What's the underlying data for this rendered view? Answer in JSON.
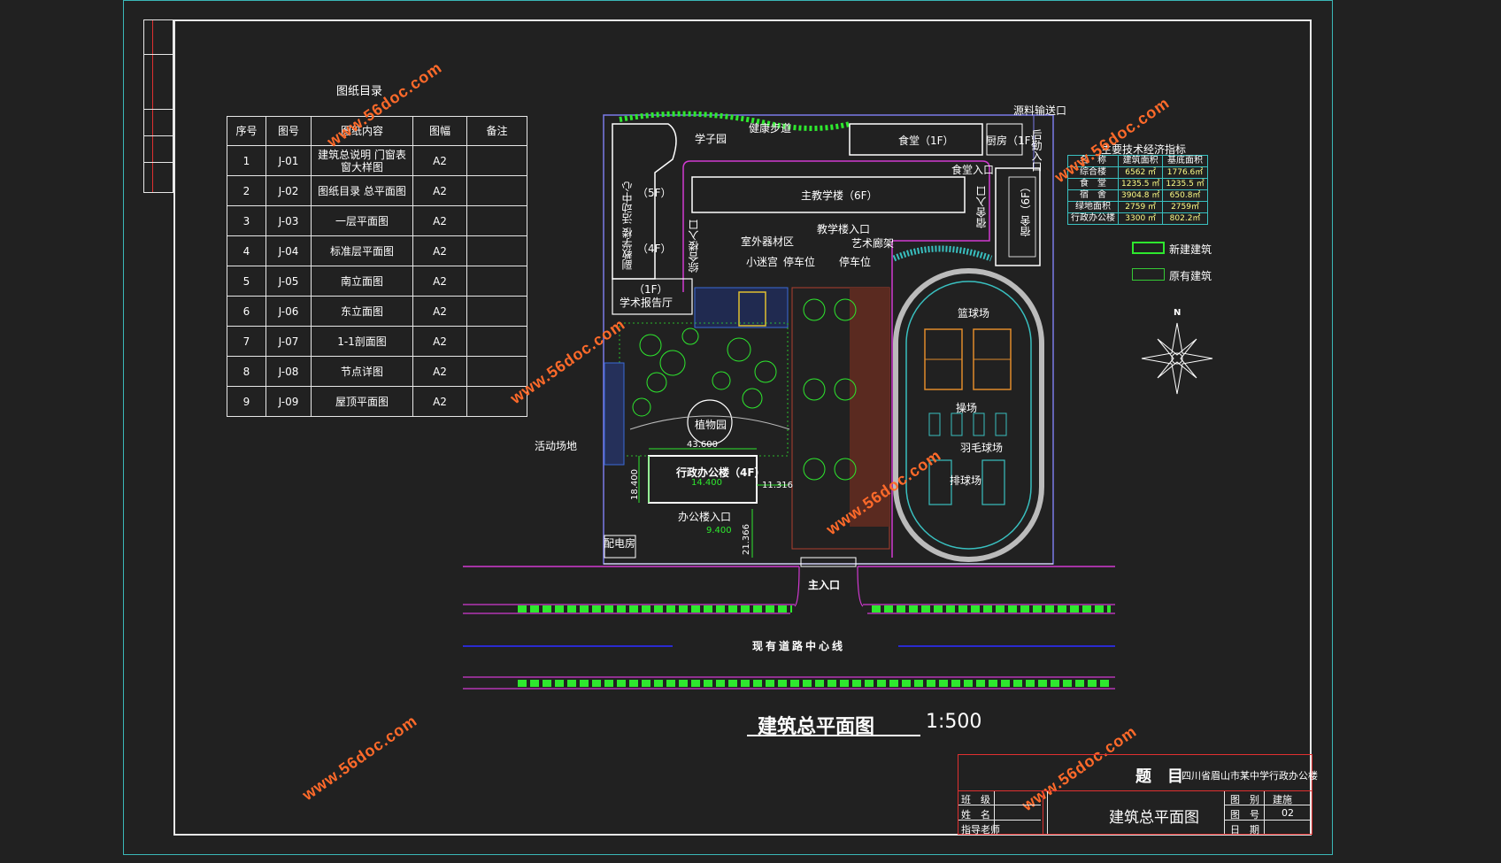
{
  "index": {
    "title": "图纸目录",
    "headers": [
      "序号",
      "图号",
      "图纸内容",
      "图幅",
      "备注"
    ],
    "rows": [
      {
        "no": "1",
        "code": "J-01",
        "content": "建筑总说明 门窗表 窗大样图",
        "size": "A2",
        "note": ""
      },
      {
        "no": "2",
        "code": "J-02",
        "content": "图纸目录 总平面图",
        "size": "A2",
        "note": ""
      },
      {
        "no": "3",
        "code": "J-03",
        "content": "一层平面图",
        "size": "A2",
        "note": ""
      },
      {
        "no": "4",
        "code": "J-04",
        "content": "标准层平面图",
        "size": "A2",
        "note": ""
      },
      {
        "no": "5",
        "code": "J-05",
        "content": "南立面图",
        "size": "A2",
        "note": ""
      },
      {
        "no": "6",
        "code": "J-06",
        "content": "东立面图",
        "size": "A2",
        "note": ""
      },
      {
        "no": "7",
        "code": "J-07",
        "content": "1-1剖面图",
        "size": "A2",
        "note": ""
      },
      {
        "no": "8",
        "code": "J-08",
        "content": "节点详图",
        "size": "A2",
        "note": ""
      },
      {
        "no": "9",
        "code": "J-09",
        "content": "屋顶平面图",
        "size": "A2",
        "note": ""
      }
    ]
  },
  "site": {
    "raw_material_entry": "源料输送口",
    "study_garden": "学子园",
    "health_path": "健康步道",
    "canteen": "食堂（1F）",
    "kitchen": "厨房（1F）",
    "logistics_entry": "后勤入口",
    "canteen_entry": "食堂入口",
    "main_teaching": "主教学楼（6F）",
    "activity_center": "副教学楼 活动中心",
    "activity_floors": "（5F）",
    "complex_floors": "（4F）",
    "complex_entry": "综合楼入口",
    "teaching_entry": "教学楼入口",
    "equipment_area": "室外器材区",
    "art_gallery": "艺术廊架",
    "maze": "小迷宫",
    "parking_1": "停车位",
    "parking_2": "停车位",
    "dorm_entry": "宿舍入口",
    "dorm": "宿舍（6F）",
    "hall_floors": "（1F）",
    "hall": "学术报告厅",
    "basketball": "篮球场",
    "playground": "操场",
    "badminton": "羽毛球场",
    "volleyball": "排球场",
    "botanical": "植物园",
    "activity_yard": "活动场地",
    "admin_building": "行政办公楼（4F）",
    "admin_elev": "14.400",
    "office_entry": "办公楼入口",
    "ground_elev": "9.400",
    "dim_top": "43.600",
    "dim_left": "18.400",
    "dim_right": "11.316",
    "dim_bottom": "21.366",
    "power_room": "配电房",
    "main_entry": "主入口",
    "road_center": "现有道路中心线"
  },
  "eco": {
    "title": "主要技术经济指标",
    "headers": [
      "名　称",
      "建筑面积",
      "基底面积"
    ],
    "rows": [
      {
        "name": "综合楼",
        "area": "6562 ㎡",
        "base": "1776.6㎡"
      },
      {
        "name": "食　堂",
        "area": "1235.5 ㎡",
        "base": "1235.5 ㎡"
      },
      {
        "name": "宿　舍",
        "area": "3904.8 ㎡",
        "base": "650.8㎡"
      },
      {
        "name": "绿地面积",
        "area": "2759 ㎡",
        "base": "2759㎡"
      },
      {
        "name": "行政办公楼",
        "area": "3300 ㎡",
        "base": "802.2㎡"
      }
    ]
  },
  "legend": {
    "new": "新建建筑",
    "old": "原有建筑",
    "north": "N"
  },
  "title": {
    "main": "建筑总平面图",
    "scale": "1:500"
  },
  "title_block": {
    "topic_label": "题　目",
    "topic": "四川省眉山市某中学行政办公楼",
    "drawing_name": "建筑总平面图",
    "class_label": "班　级",
    "name_label": "姓　名",
    "teacher_label": "指导老师",
    "category_label": "图　别",
    "category": "建施",
    "number_label": "图　号",
    "number": "02",
    "date_label": "日　期"
  },
  "watermark": "www.56doc.com",
  "colors": {
    "background": "#212121",
    "green": "#2ee82e",
    "magenta": "#d13ad1",
    "cyan": "#39c0c0",
    "orange": "#e08a2a",
    "watermark": "#ff6a2a"
  }
}
